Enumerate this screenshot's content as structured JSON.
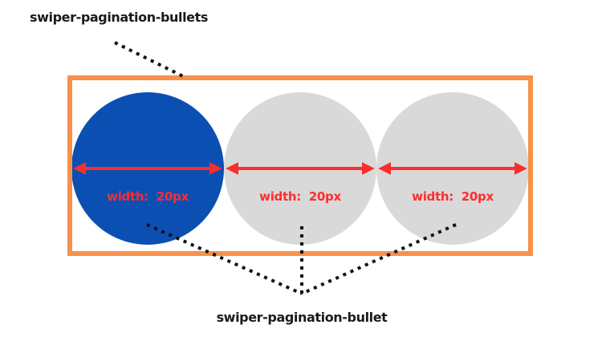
{
  "diagram": {
    "container_class_label": "swiper-pagination-bullets",
    "bullet_class_label": "swiper-pagination-bullet",
    "bullets": [
      {
        "name": "bullet-1",
        "state": "active",
        "width_label": "width:  20px"
      },
      {
        "name": "bullet-2",
        "state": "inactive",
        "width_label": "width:  20px"
      },
      {
        "name": "bullet-3",
        "state": "inactive",
        "width_label": "width:  20px"
      }
    ],
    "colors": {
      "container_border": "#f7914b",
      "active_bullet": "#0b4fb3",
      "inactive_bullet": "#d9d9d9",
      "arrow_and_width_text": "#fb2e2e",
      "class_label_text": "#1a1a1a",
      "annotation_dots": "#111111"
    }
  }
}
